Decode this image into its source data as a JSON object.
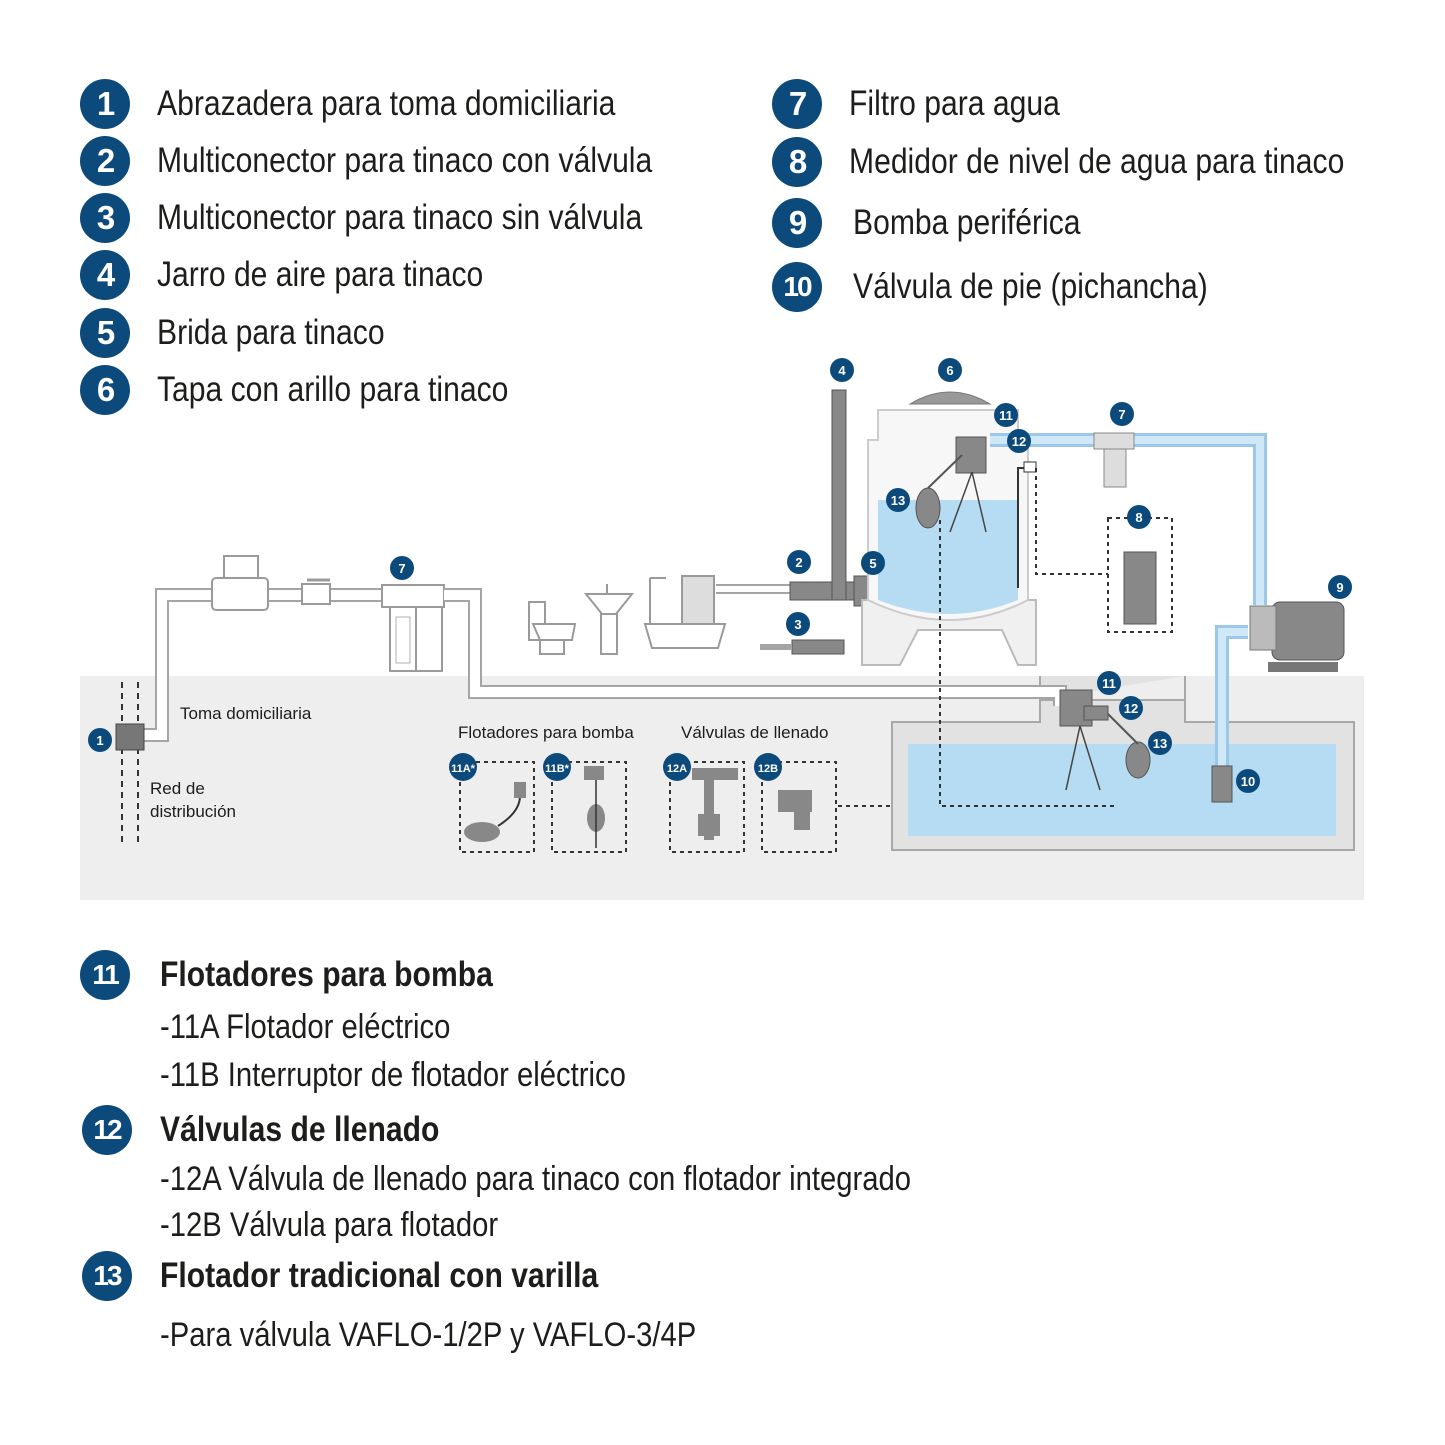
{
  "colors": {
    "badge": "#0d4a7c",
    "water": "#b5dcf2",
    "ground": "#eeeeee",
    "pipe": "#ffffff",
    "pipe_stroke": "#9a9a9a"
  },
  "legend_top_left": [
    {
      "num": "1",
      "text": "Abrazadera para toma domiciliaria"
    },
    {
      "num": "2",
      "text": "Multiconector para tinaco con válvula"
    },
    {
      "num": "3",
      "text": "Multiconector para tinaco sin válvula"
    },
    {
      "num": "4",
      "text": "Jarro de aire para tinaco"
    },
    {
      "num": "5",
      "text": "Brida para tinaco"
    },
    {
      "num": "6",
      "text": "Tapa con arillo para tinaco"
    }
  ],
  "legend_top_right": [
    {
      "num": "7",
      "text": "Filtro para agua"
    },
    {
      "num": "8",
      "text": "Medidor de nivel de agua para tinaco"
    },
    {
      "num": "9",
      "text": "Bomba periférica"
    },
    {
      "num": "10",
      "text": "Válvula de pie (pichancha)"
    }
  ],
  "diagram": {
    "toma_label": "Toma domiciliaria",
    "red_label_1": "Red de",
    "red_label_2": "distribución",
    "flotadores_label": "Flotadores para bomba",
    "valvulas_label": "Válvulas de llenado",
    "callouts": [
      "1",
      "2",
      "3",
      "4",
      "5",
      "6",
      "7",
      "7",
      "8",
      "9",
      "10",
      "11",
      "12",
      "13",
      "11",
      "12",
      "13",
      "11A*",
      "11B*",
      "12A",
      "12B"
    ]
  },
  "legend_bottom": [
    {
      "num": "11",
      "title": "Flotadores para bomba",
      "items": [
        "-11A Flotador eléctrico",
        "-11B Interruptor de flotador eléctrico"
      ]
    },
    {
      "num": "12",
      "title": "Válvulas de llenado",
      "items": [
        "-12A Válvula de llenado para tinaco con flotador integrado",
        "-12B Válvula para flotador"
      ]
    },
    {
      "num": "13",
      "title": "Flotador tradicional con varilla",
      "items": [
        "-Para válvula VAFLO-1/2P y VAFLO-3/4P"
      ]
    }
  ]
}
